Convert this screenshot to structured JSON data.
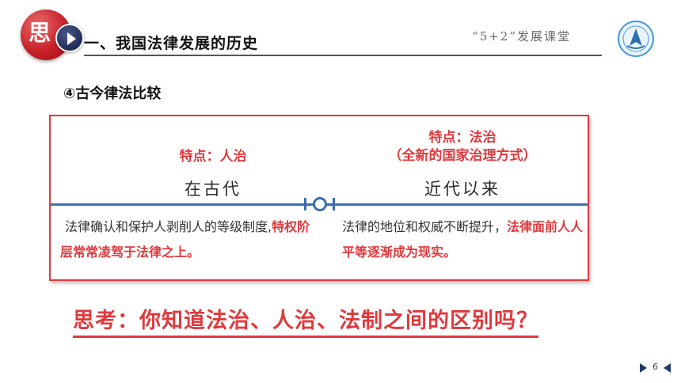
{
  "header": {
    "badge_char": "思",
    "title": "一、我国法律发展的历史",
    "slogan": "“5+2”发展课堂",
    "logo_icon": "school-emblem-icon"
  },
  "subheading": "④古今律法比较",
  "comparison": {
    "left": {
      "feature": "特点：人治",
      "era": "在古代",
      "desc_plain": "法律确认和保护人剥削人的等级制度,",
      "desc_highlight": "特权阶层常常凌驾于法律之上。"
    },
    "right": {
      "feature_line1": "特点：法治",
      "feature_line2": "（全新的国家治理方式）",
      "era": "近代以来",
      "desc_plain": "法律的地位和权威不断提升，",
      "desc_highlight": "法律面前人人平等逐渐成为现实。"
    }
  },
  "question": "思考：你知道法治、人治、法制之间的区别吗？",
  "footer": {
    "page_number": "6"
  },
  "colors": {
    "accent_red": "#e0393d",
    "timeline_blue": "#3a6fb0",
    "badge_red": "#c8202a",
    "badge_navy": "#1f2b57"
  }
}
